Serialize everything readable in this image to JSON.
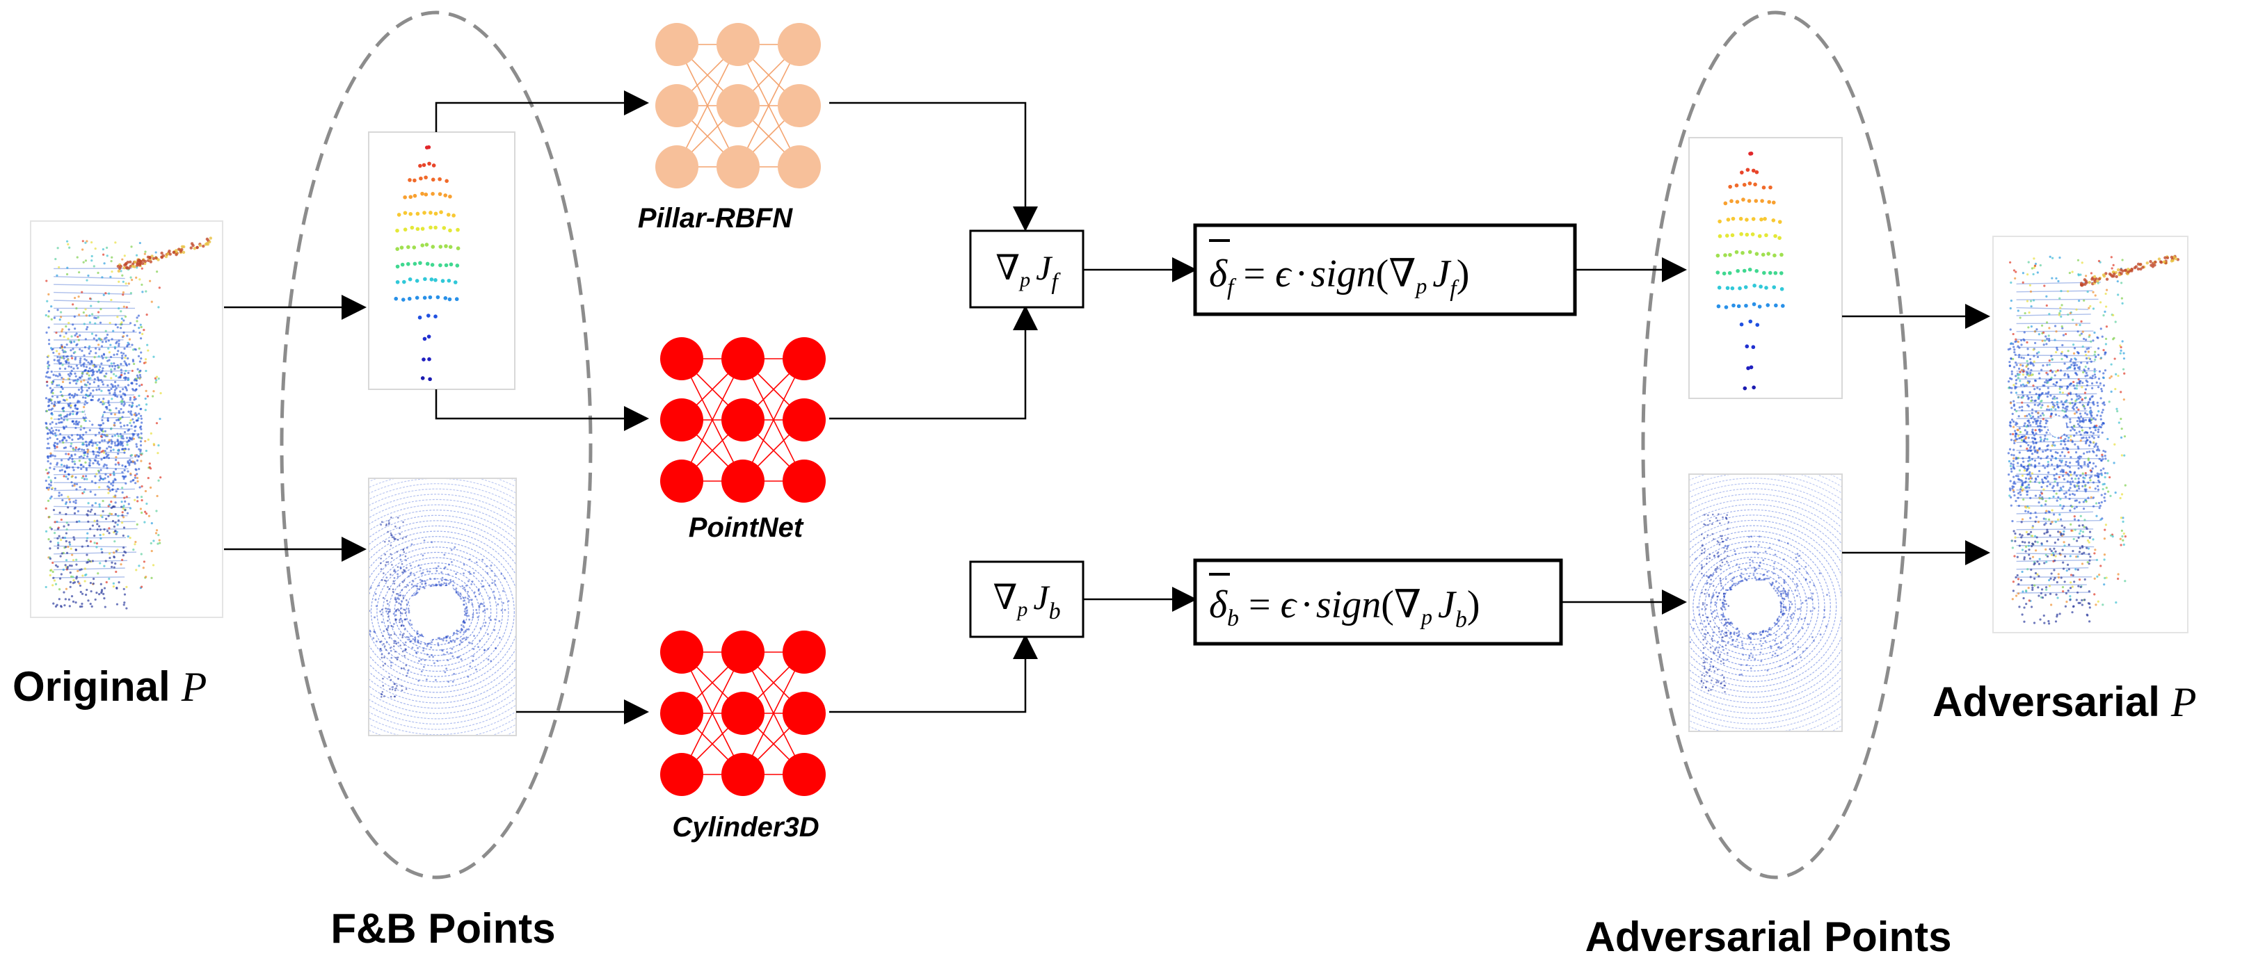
{
  "labels": {
    "original": "Original",
    "original_var": "P",
    "adversarial": "Adversarial",
    "adversarial_var": "P",
    "fb_points": "F&B Points",
    "adversarial_points": "Adversarial Points"
  },
  "networks": [
    {
      "name": "Pillar-RBFN",
      "color": "#f7c09a",
      "edge_color": "#f3a36f"
    },
    {
      "name": "PointNet",
      "color": "#ff0000",
      "edge_color": "#ff0000"
    },
    {
      "name": "Cylinder3D",
      "color": "#ff0000",
      "edge_color": "#ff0000"
    }
  ],
  "gradients": {
    "front": {
      "nabla": "∇",
      "sub": "p",
      "J": "J",
      "index": "f"
    },
    "back": {
      "nabla": "∇",
      "sub": "p",
      "J": "J",
      "index": "b"
    }
  },
  "formulas": {
    "front": {
      "delta": "δ",
      "index": "f",
      "eq": "=",
      "eps": "ϵ",
      "dot": "·",
      "sign": "sign",
      "open": "(",
      "nabla": "∇",
      "sub": "p",
      "J": "J",
      "close": ")"
    },
    "back": {
      "delta": "δ",
      "index": "b",
      "eq": "=",
      "eps": "ϵ",
      "dot": "·",
      "sign": "sign",
      "open": "(",
      "nabla": "∇",
      "sub": "p",
      "J": "J",
      "close": ")"
    }
  },
  "colors": {
    "arrow": "#000000",
    "ellipse": "#8c8c8c",
    "panel_border": "#d8d8d8"
  }
}
